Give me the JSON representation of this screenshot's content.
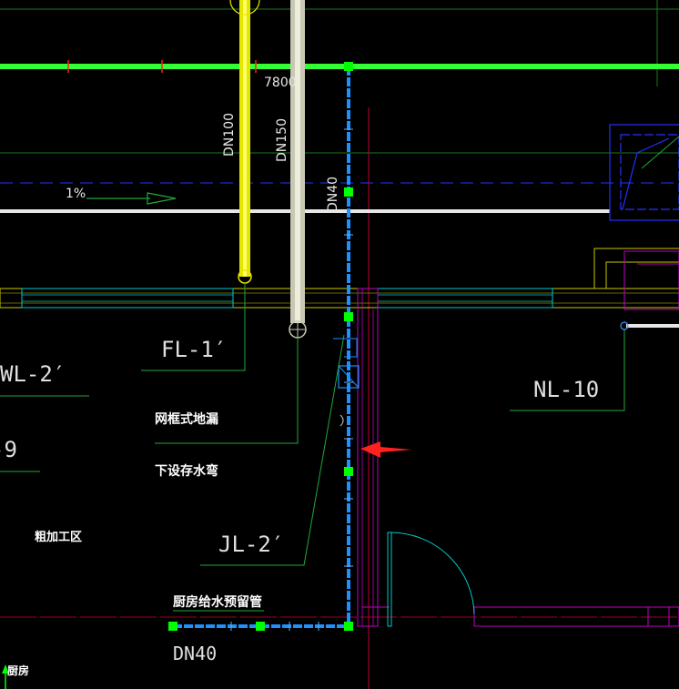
{
  "drawing": {
    "dimension": "7800",
    "slope": "1%",
    "pipe_sizes": {
      "dn100": "DN100",
      "dn150": "DN150",
      "dn40_vertical": "DN40",
      "dn40_bottom": "DN40"
    },
    "risers": {
      "fl1": "FL-1′",
      "wl2": "WL-2′",
      "nl10": "NL-10",
      "jl2": "JL-2′",
      "partial_9": "-9"
    },
    "notes": {
      "floor_drain": "网框式地漏",
      "water_trap": "下设存水弯",
      "rough_processing_area": "粗加工区",
      "kitchen_supply_pipe": "厨房给水预留管",
      "kitchen": "厨房"
    }
  },
  "colors": {
    "background": "#000000",
    "green_pipe": "#33ff33",
    "blue_pipe": "#1e90ff",
    "yellow_pipe": "#e6e600",
    "grey_pipe": "#c8c8b4",
    "magenta_wall": "#c000c0",
    "cyan_wall": "#00c8c8",
    "grip": "#00ff00",
    "arrow_red": "#ff2020",
    "blue_dash": "#2233ff"
  }
}
